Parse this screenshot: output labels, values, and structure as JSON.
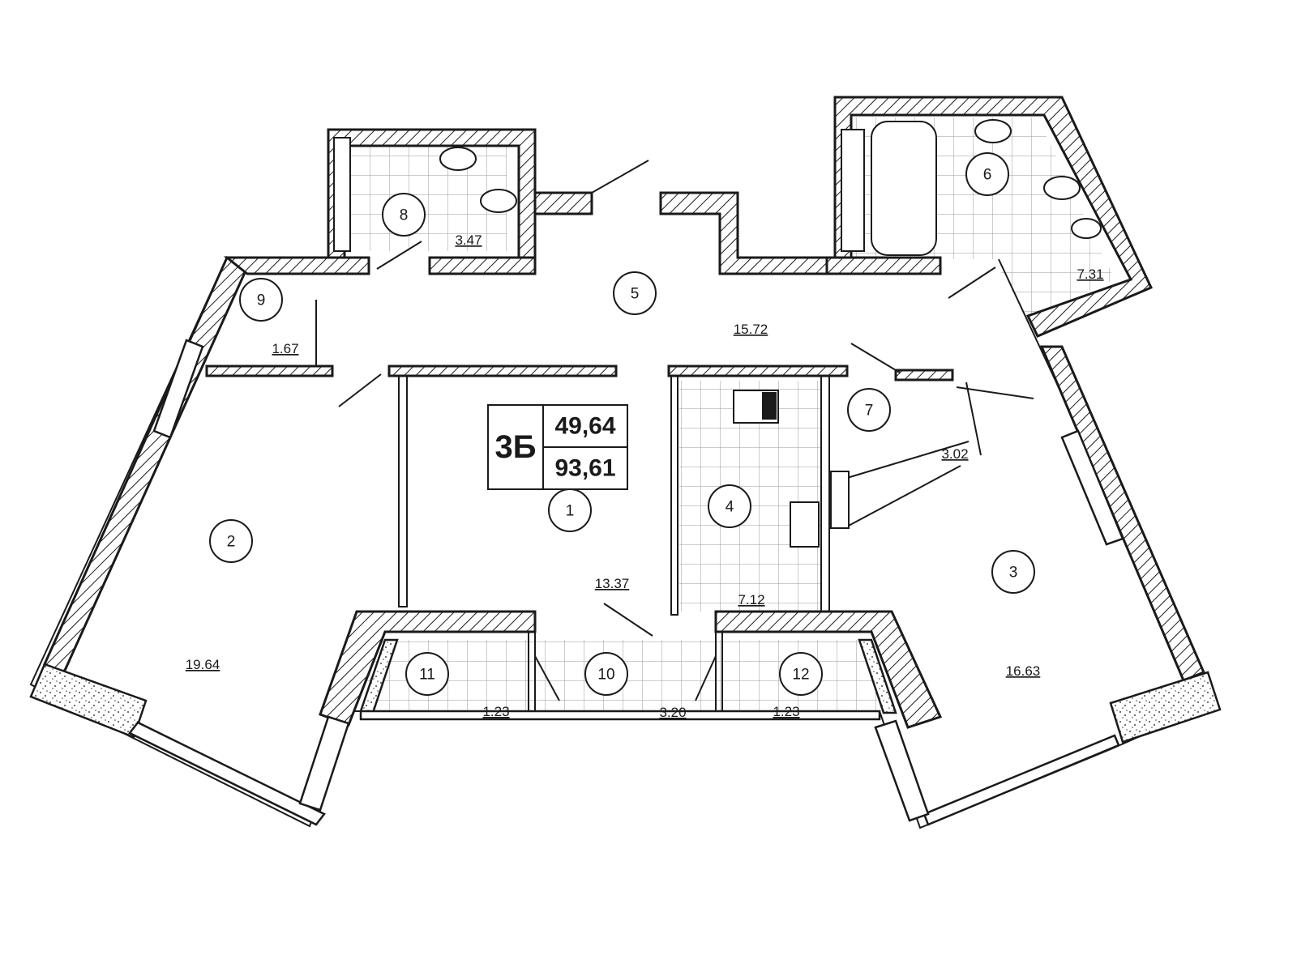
{
  "apartment": {
    "type": "3Б",
    "living_area": "49,64",
    "total_area": "93,61"
  },
  "rooms": [
    {
      "id": "1",
      "area": "13.37"
    },
    {
      "id": "2",
      "area": "19.64"
    },
    {
      "id": "3",
      "area": "16.63"
    },
    {
      "id": "4",
      "area": "7.12"
    },
    {
      "id": "5",
      "area": "15.72"
    },
    {
      "id": "6",
      "area": "7.31"
    },
    {
      "id": "7",
      "area": "3.02"
    },
    {
      "id": "8",
      "area": "3.47"
    },
    {
      "id": "9",
      "area": "1.67"
    },
    {
      "id": "10",
      "area": "3.20"
    },
    {
      "id": "11",
      "area": "1.23"
    },
    {
      "id": "12",
      "area": "1.23"
    }
  ]
}
